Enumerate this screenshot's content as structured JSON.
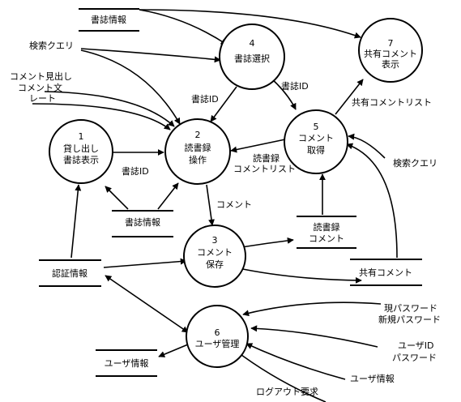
{
  "processes": {
    "p1": {
      "number": "1",
      "line1": "貸し出し",
      "line2": "書誌表示"
    },
    "p2": {
      "number": "2",
      "line1": "読書録",
      "line2": "操作"
    },
    "p3": {
      "number": "3",
      "line1": "コメント",
      "line2": "保存"
    },
    "p4": {
      "number": "4",
      "line1": "書誌選択"
    },
    "p5": {
      "number": "5",
      "line1": "コメント",
      "line2": "取得"
    },
    "p6": {
      "number": "6",
      "line1": "ユーザ管理"
    },
    "p7": {
      "number": "7",
      "line1": "共有コメント",
      "line2": "表示"
    }
  },
  "stores": {
    "shoshi_top": "書誌情報",
    "shoshi_mid": "書誌情報",
    "ninsho": "認証情報",
    "dokushoroku_comment_1": "読書録",
    "dokushoroku_comment_2": "コメント",
    "kyoyu_comment": "共有コメント",
    "user": "ユーザ情報"
  },
  "flows": {
    "search_query_left": "検索クエリ",
    "comment_input_1": "コメント見出し",
    "comment_input_2": "コメント文",
    "comment_input_3": "レート",
    "shoshi_id_4_to_2": "書誌ID",
    "shoshi_id_4_to_5": "書誌ID",
    "shared_comment_list": "共有コメントリスト",
    "reading_comment_list_1": "読書録",
    "reading_comment_list_2": "コメントリスト",
    "search_query_right": "検索クエリ",
    "shoshi_id_1_2": "書誌ID",
    "comment": "コメント",
    "current_password": "現パスワード",
    "new_password": "新規パスワード",
    "user_id": "ユーザID",
    "password": "パスワード",
    "user_info": "ユーザ情報",
    "logout_request": "ログアウト要求"
  }
}
